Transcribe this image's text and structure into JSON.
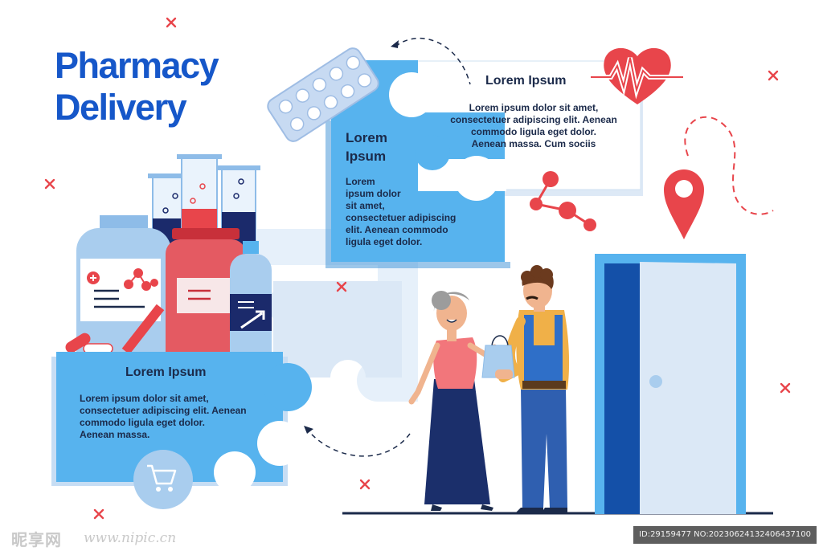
{
  "title": {
    "line1": "Pharmacy",
    "line2": "Delivery"
  },
  "cards": {
    "top_right": {
      "heading": "Lorem Ipsum",
      "body_lines": [
        "Lorem ipsum dolor sit amet,",
        "consectetuer adipiscing elit. Aenean",
        "commodo ligula eget dolor.",
        "Aenean massa. Cum sociis"
      ]
    },
    "middle": {
      "heading_lines": [
        "Lorem",
        "Ipsum"
      ],
      "body_lines": [
        "Lorem",
        "ipsum dolor",
        "sit amet,",
        "consectetuer adipiscing",
        "elit. Aenean commodo",
        "ligula eget dolor."
      ]
    },
    "bottom_left": {
      "heading": "Lorem Ipsum",
      "body_lines": [
        "Lorem ipsum dolor sit amet,",
        "consectetuer adipiscing elit. Aenean",
        "commodo ligula eget dolor.",
        "Aenean massa."
      ]
    }
  },
  "watermark": {
    "logo": "昵享网",
    "url": "www.nipic.cn",
    "id": "ID:29159477 NO:20230624132406437100"
  },
  "icons": {
    "cart": "shopping-cart-icon",
    "heart": "heart-pulse-icon",
    "location": "location-pin-icon",
    "molecule": "molecule-icon",
    "pills": "pill-blister-icon"
  },
  "colors": {
    "title": "#1657c9",
    "puzzle_blue": "#57b3ee",
    "puzzle_light": "#cde3f6",
    "accent_red": "#e8454b",
    "navy": "#1b2a4a"
  }
}
